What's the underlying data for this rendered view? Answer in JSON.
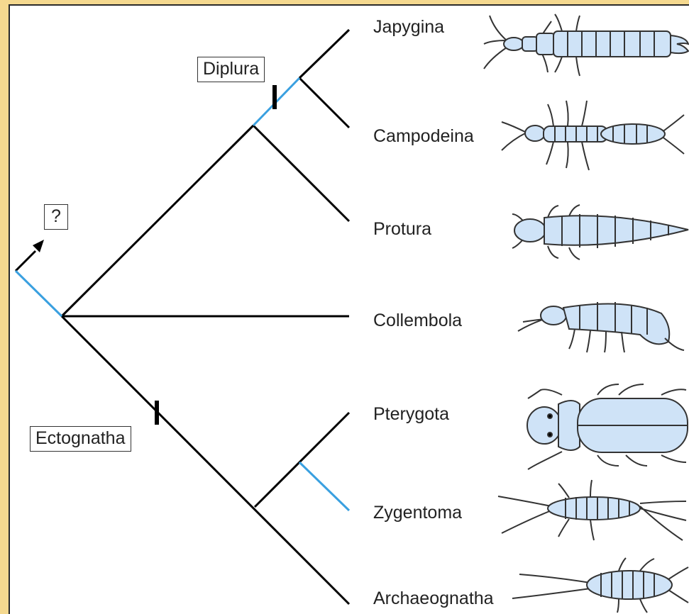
{
  "taxa": [
    {
      "name": "Japygina"
    },
    {
      "name": "Campodeina"
    },
    {
      "name": "Protura"
    },
    {
      "name": "Collembola"
    },
    {
      "name": "Pterygota"
    },
    {
      "name": "Zygentoma"
    },
    {
      "name": "Archaeognatha"
    }
  ],
  "clade_labels": {
    "diplura": "Diplura",
    "ectognatha": "Ectognatha",
    "unknown": "?"
  },
  "colors": {
    "background": "#f5d98f",
    "branch": "#000000",
    "highlight_branch": "#3aa0e0",
    "insect_fill": "#cfe3f7",
    "insect_stroke": "#333333"
  },
  "icons": [
    "japygid-dipluran-icon",
    "campodeid-dipluran-icon",
    "proturan-icon",
    "springtail-icon",
    "beetle-icon",
    "silverfish-icon",
    "bristletail-icon"
  ]
}
